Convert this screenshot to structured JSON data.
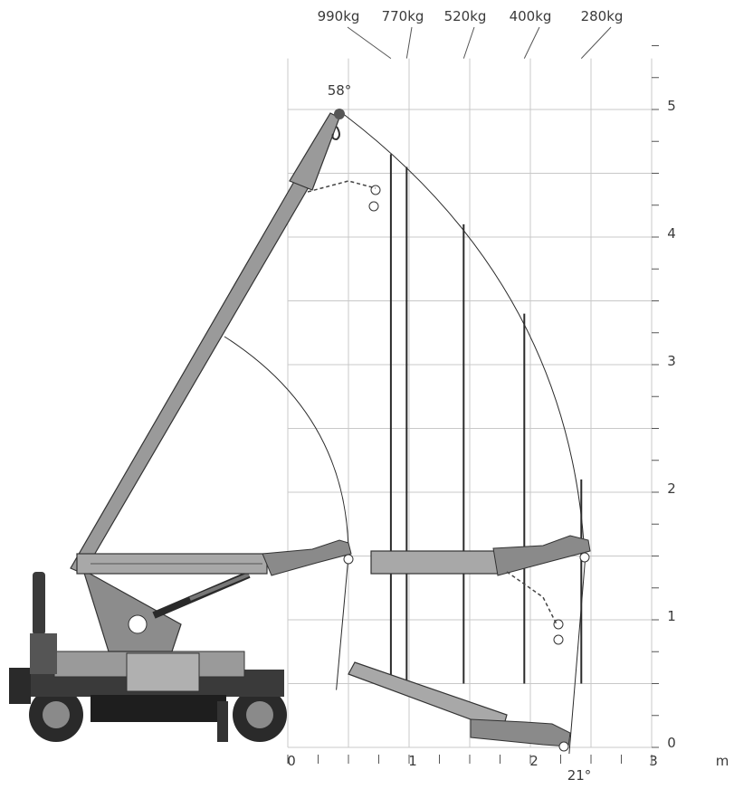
{
  "chart_data": {
    "type": "load_chart",
    "x_unit": "m",
    "x_ticks": [
      "0",
      "1",
      "2",
      "3"
    ],
    "y_ticks": [
      "0",
      "1",
      "2",
      "3",
      "4",
      "5"
    ],
    "angles": {
      "max": "58°",
      "min": "21°"
    },
    "loads": [
      {
        "label": "990kg",
        "x": 0.85,
        "max_height": 4.65
      },
      {
        "label": "770kg",
        "x": 0.98,
        "max_height": 4.55
      },
      {
        "label": "520kg",
        "x": 1.45,
        "max_height": 4.1
      },
      {
        "label": "400kg",
        "x": 1.95,
        "max_height": 3.4
      },
      {
        "label": "280kg",
        "x": 2.42,
        "max_height": 2.1
      }
    ]
  },
  "colors": {
    "grid": "#c8c8c8",
    "line": "#2b2b2b",
    "machine": "#7a7a7a",
    "machine_dark": "#2a2a2a"
  },
  "icons": [
    "crane-machine-icon",
    "hook-icon"
  ]
}
